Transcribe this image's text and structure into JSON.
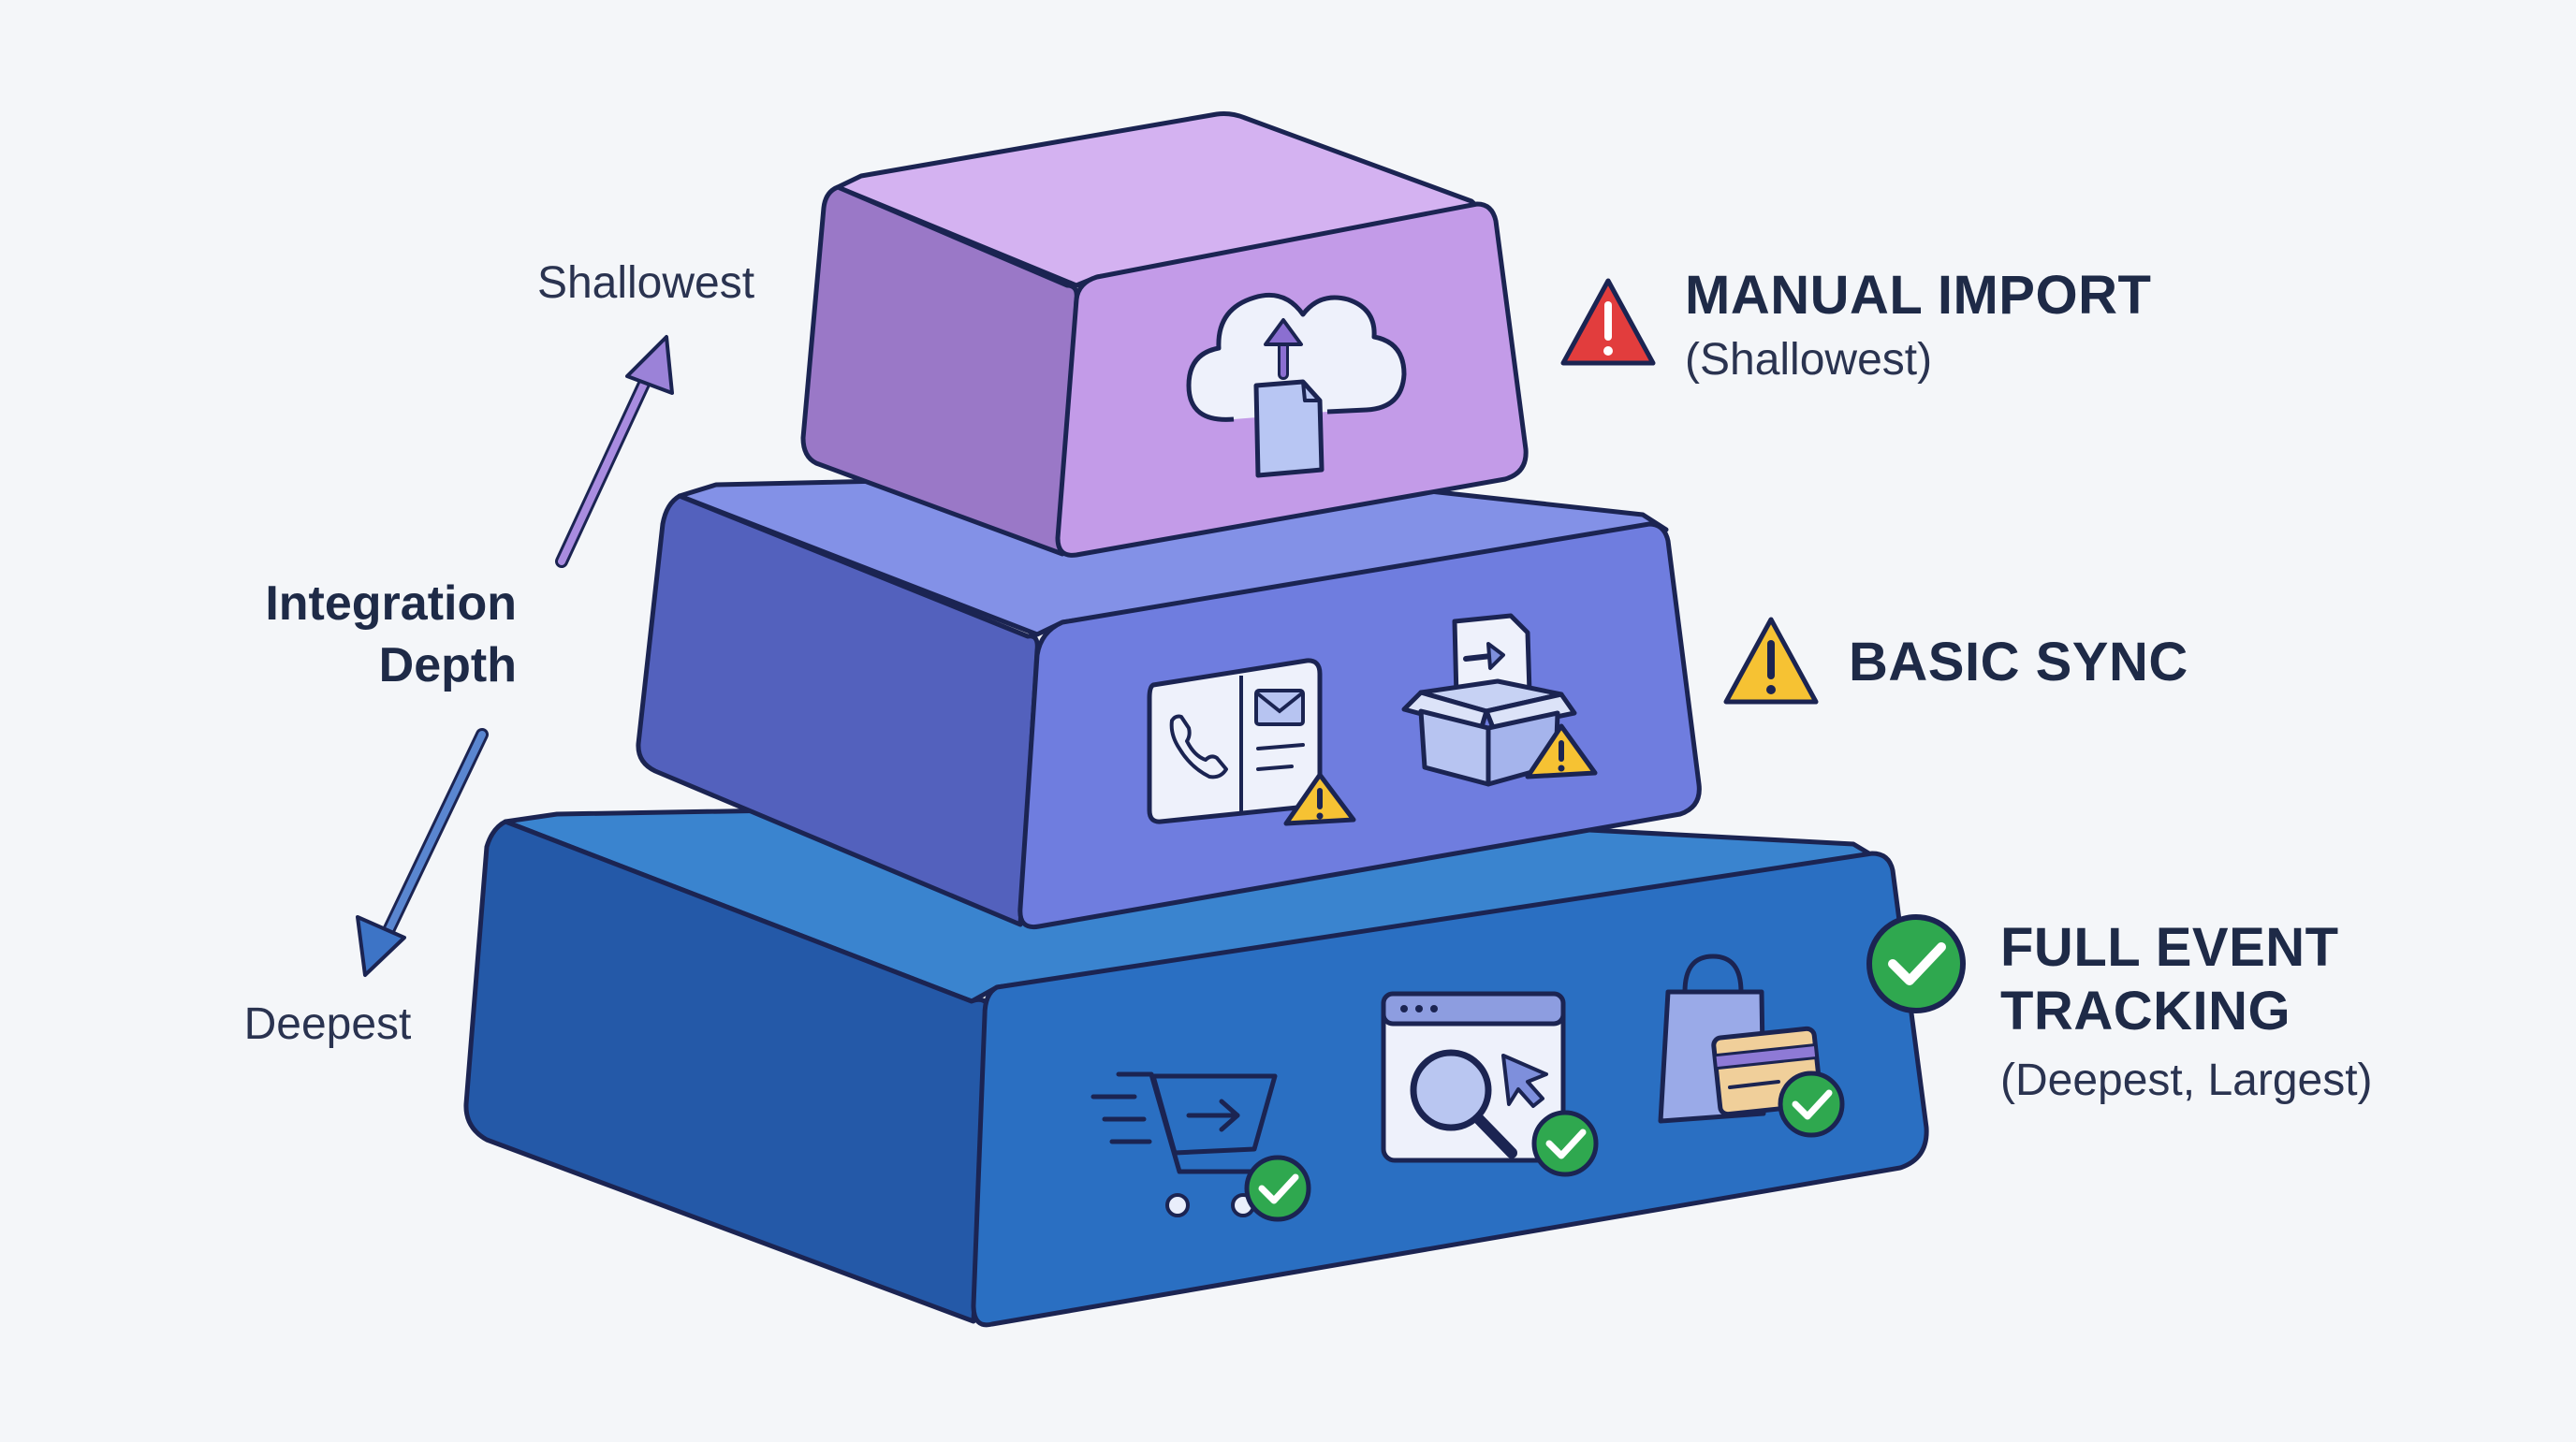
{
  "axis": {
    "label_line1": "Integration",
    "label_line2": "Depth",
    "top_end": "Shallowest",
    "bottom_end": "Deepest"
  },
  "tiers": [
    {
      "title_line1": "MANUAL IMPORT",
      "title_line2": "",
      "subtitle": "(Shallowest)",
      "status_icon": "warning-red-icon",
      "colors": {
        "front": "#c39be8",
        "side": "#9a78c7",
        "top": "#d4b2f1"
      }
    },
    {
      "title_line1": "BASIC SYNC",
      "title_line2": "",
      "subtitle": "",
      "status_icon": "warning-yellow-icon",
      "colors": {
        "front": "#6f7ddf",
        "side": "#5361bd",
        "top": "#8391e7"
      }
    },
    {
      "title_line1": "FULL EVENT",
      "title_line2": "TRACKING",
      "subtitle": "(Deepest, Largest)",
      "status_icon": "check-green-icon",
      "colors": {
        "front": "#2a6fc2",
        "side": "#2459a8",
        "top": "#3a84cf"
      }
    }
  ],
  "status_colors": {
    "red": "#e23d3d",
    "yellow": "#f6c233",
    "green": "#2fa84f"
  },
  "icons": {
    "manual_import": [
      "cloud-upload-icon",
      "document-icon"
    ],
    "basic_sync": [
      "contact-card-icon",
      "box-transfer-icon"
    ],
    "full_event": [
      "shopping-cart-icon",
      "browser-search-icon",
      "shopping-bag-card-icon"
    ]
  }
}
